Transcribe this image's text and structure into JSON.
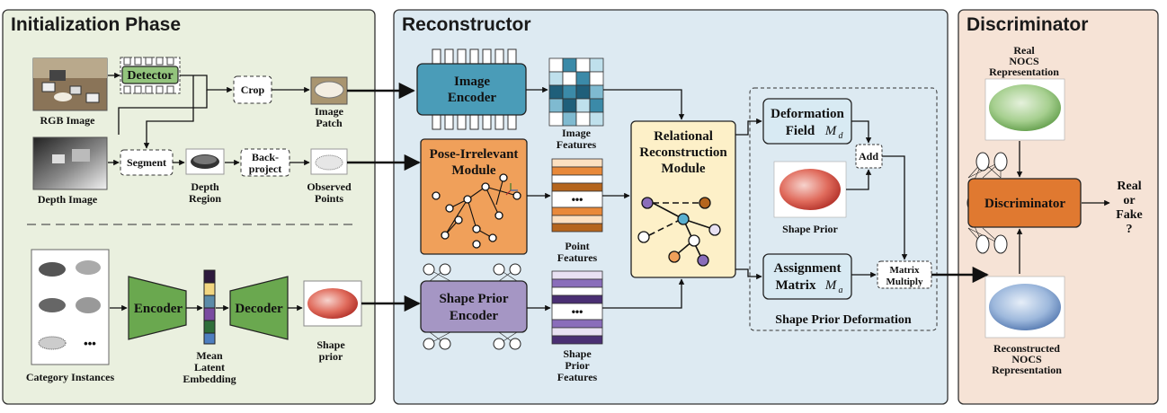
{
  "panels": {
    "init_title": "Initialization Phase",
    "recon_title": "Reconstructor",
    "disc_title": "Discriminator"
  },
  "init": {
    "rgb_label": "RGB Image",
    "detector": "Detector",
    "crop": "Crop",
    "image_patch_1": "Image",
    "image_patch_2": "Patch",
    "depth_label": "Depth Image",
    "segment": "Segment",
    "depth_region_1": "Depth",
    "depth_region_2": "Region",
    "backproject_1": "Back-",
    "backproject_2": "project",
    "observed_1": "Observed",
    "observed_2": "Points",
    "category_label": "Category Instances",
    "dots": "•••",
    "encoder": "Encoder",
    "decoder": "Decoder",
    "mean_1": "Mean",
    "mean_2": "Latent",
    "mean_3": "Embedding",
    "shape_prior_1": "Shape",
    "shape_prior_2": "prior"
  },
  "recon": {
    "image_encoder_1": "Image",
    "image_encoder_2": "Encoder",
    "image_features_1": "Image",
    "image_features_2": "Features",
    "pose_1": "Pose-Irrelevant",
    "pose_2": "Module",
    "point_features_1": "Point",
    "point_features_2": "Features",
    "shape_encoder_1": "Shape Prior",
    "shape_encoder_2": "Encoder",
    "shape_features_1": "Shape",
    "shape_features_2": "Prior",
    "shape_features_3": "Features",
    "relational_1": "Relational",
    "relational_2": "Reconstruction",
    "relational_3": "Module",
    "ellipsis": "•••",
    "deformation_1": "Deformation",
    "deformation_2": "Field",
    "deformation_sym": "M",
    "deformation_sub": "d",
    "add": "Add",
    "shape_prior_label": "Shape Prior",
    "assignment_1": "Assignment",
    "assignment_2": "Matrix",
    "assignment_sym": "M",
    "assignment_sub": "a",
    "matrix_1": "Matrix",
    "matrix_2": "Multiply",
    "deformation_group": "Shape Prior Deformation"
  },
  "disc": {
    "real_1": "Real",
    "real_2": "NOCS",
    "real_3": "Representation",
    "discriminator": "Discriminator",
    "output_1": "Real",
    "output_2": "or",
    "output_3": "Fake",
    "output_4": "?",
    "recon_1": "Reconstructed",
    "recon_2": "NOCS",
    "recon_3": "Representation"
  },
  "colors": {
    "init_bg": "#eaf0df",
    "recon_bg": "#ddeaf2",
    "disc_bg": "#f6e3d6",
    "detector_fill": "#93c47d",
    "encoder_green": "#6aa84f",
    "image_encoder": "#4a9cb8",
    "pose_module": "#f0a05a",
    "shape_encoder": "#a596c4",
    "relational": "#fdf0c8",
    "deform_box": "#d8eaf3",
    "discriminator": "#e07930"
  }
}
